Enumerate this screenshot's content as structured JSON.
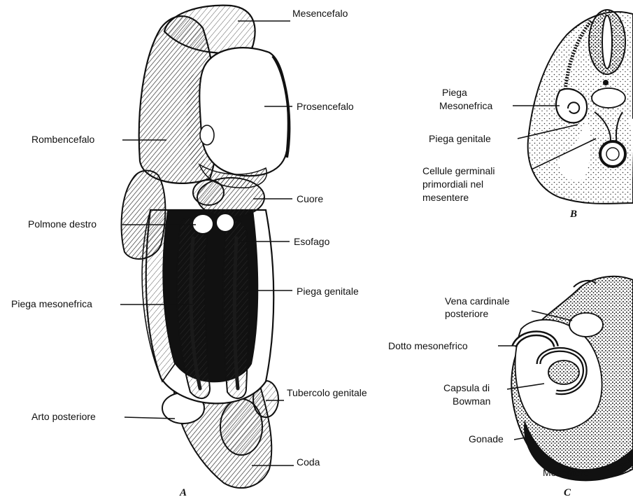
{
  "panels": {
    "A": {
      "letter": "A",
      "labels": {
        "mesencefalo": "Mesencefalo",
        "prosencefalo": "Prosencefalo",
        "rombencefalo": "Rombencefalo",
        "cuore": "Cuore",
        "polmone_destro": "Polmone destro",
        "esofago": "Esofago",
        "piega_genitale": "Piega genitale",
        "piega_mesonefrica": "Piega mesonefrica",
        "tubercolo_genitale": "Tubercolo genitale",
        "arto_posteriore": "Arto posteriore",
        "coda": "Coda"
      }
    },
    "B": {
      "letter": "B",
      "labels": {
        "piega_mesonefrica_1": "Piega",
        "piega_mesonefrica_2": "Mesonefrica",
        "piega_genitale": "Piega genitale",
        "cellule_1": "Cellule  germinali",
        "cellule_2": "primordiali nel",
        "cellule_3": "mesentere"
      }
    },
    "C": {
      "letter": "C",
      "labels": {
        "vena_1": "Vena cardinale",
        "vena_2": "posteriore",
        "dotto": "Dotto mesonefrico",
        "capsula_1": "Capsula di",
        "capsula_2": "Bowman",
        "gonade": "Gonade",
        "mesentere": "Mesentere"
      }
    }
  }
}
